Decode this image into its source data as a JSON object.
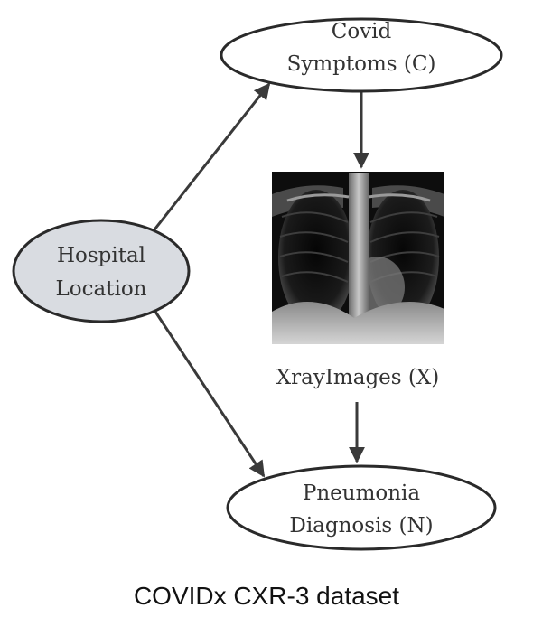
{
  "nodes": {
    "covid_symptoms": {
      "line1": "Covid",
      "line2": "Symptoms (C)"
    },
    "hospital_location": {
      "line1": "Hospital",
      "line2": "Location"
    },
    "xray_images": {
      "label": "XrayImages (X)"
    },
    "pneumonia_diagnosis": {
      "line1": "Pneumonia",
      "line2": "Diagnosis (N)"
    }
  },
  "caption": "COVIDx CXR-3 dataset",
  "colors": {
    "hospital_fill": "#d9dce1",
    "node_stroke": "#2a2a2a",
    "arrow": "#3a3a3a"
  },
  "icons": {
    "xray": "chest-xray-image"
  }
}
